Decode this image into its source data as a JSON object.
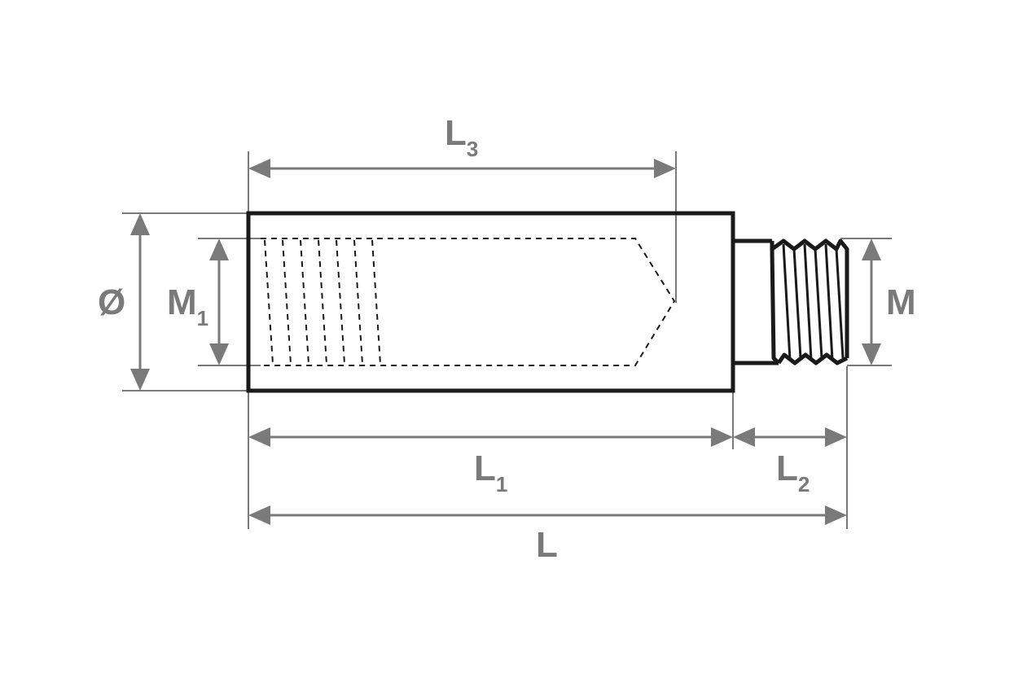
{
  "colors": {
    "background": "#ffffff",
    "part_outline": "#1a1a1a",
    "dimension": "#7a7a7a"
  },
  "labels": {
    "l3": {
      "main": "L",
      "sub": "3"
    },
    "diameter": {
      "main": "Ø"
    },
    "m1": {
      "main": "M",
      "sub": "1"
    },
    "m": {
      "main": "M"
    },
    "l1": {
      "main": "L",
      "sub": "1"
    },
    "l2": {
      "main": "L",
      "sub": "2"
    },
    "l": {
      "main": "L"
    }
  }
}
